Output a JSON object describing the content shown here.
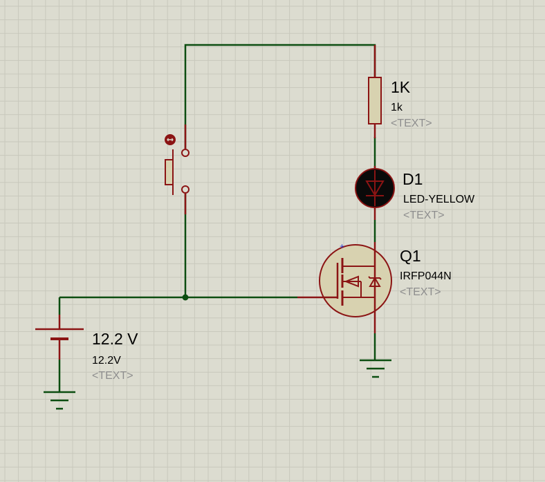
{
  "colors": {
    "background": "#dcdcd0",
    "grid": "#c8c8bc",
    "wire": "#0b4d10",
    "component": "#8b1414",
    "body_fill": "#d8d2b0",
    "led_on": "#0a0a0a"
  },
  "components": {
    "resistor": {
      "name": "1K",
      "value": "1k",
      "text": "<TEXT>"
    },
    "led": {
      "name": "D1",
      "value": "LED-YELLOW",
      "text": "<TEXT>"
    },
    "mosfet": {
      "name": "Q1",
      "value": "IRFP044N",
      "text": "<TEXT>"
    },
    "battery": {
      "name": "12.2 V",
      "value": "12.2V",
      "text": "<TEXT>"
    }
  }
}
